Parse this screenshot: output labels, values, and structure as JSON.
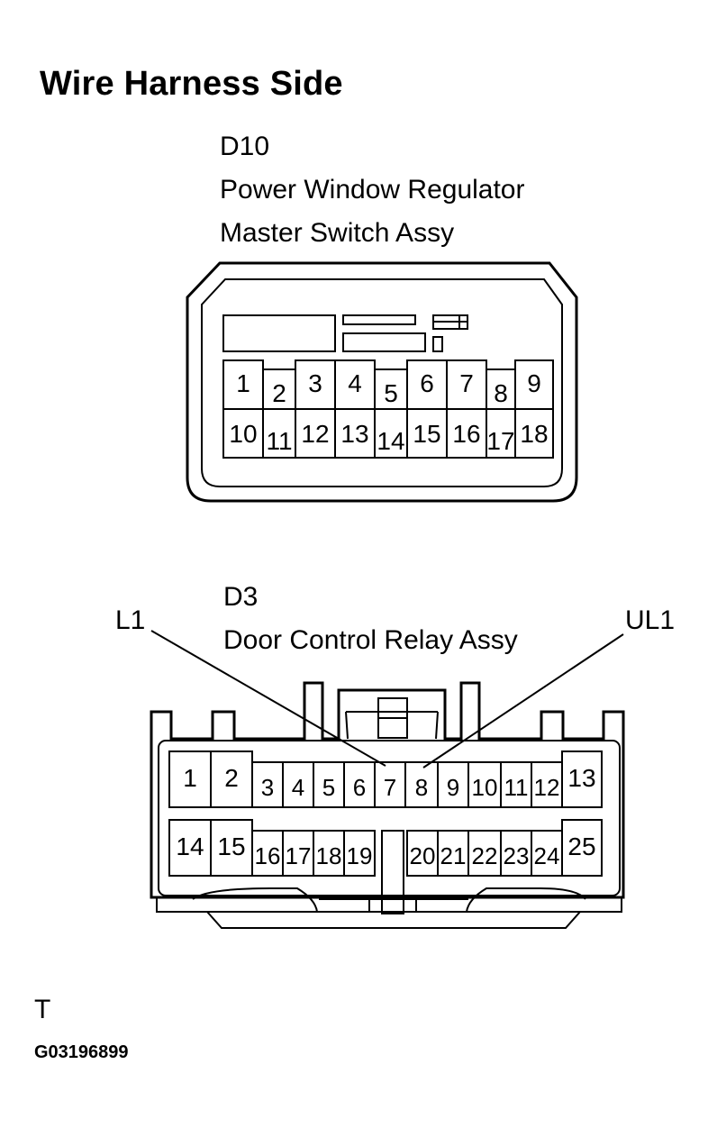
{
  "title": "Wire Harness Side",
  "d10": {
    "id": "D10",
    "name_line1": "Power Window Regulator",
    "name_line2": "Master Switch Assy",
    "pins_top": [
      "1",
      "2",
      "3",
      "4",
      "5",
      "6",
      "7",
      "8",
      "9"
    ],
    "pins_bottom": [
      "10",
      "11",
      "12",
      "13",
      "14",
      "15",
      "16",
      "17",
      "18"
    ]
  },
  "d3": {
    "id": "D3",
    "name": "Door Control Relay Assy",
    "callout_left": "L1",
    "callout_right": "UL1",
    "pins_top": [
      "1",
      "2",
      "3",
      "4",
      "5",
      "6",
      "7",
      "8",
      "9",
      "10",
      "11",
      "12",
      "13"
    ],
    "pins_bottom": [
      "14",
      "15",
      "16",
      "17",
      "18",
      "19",
      "20",
      "21",
      "22",
      "23",
      "24",
      "25"
    ]
  },
  "footer": {
    "mark": "T",
    "code": "G03196899"
  }
}
